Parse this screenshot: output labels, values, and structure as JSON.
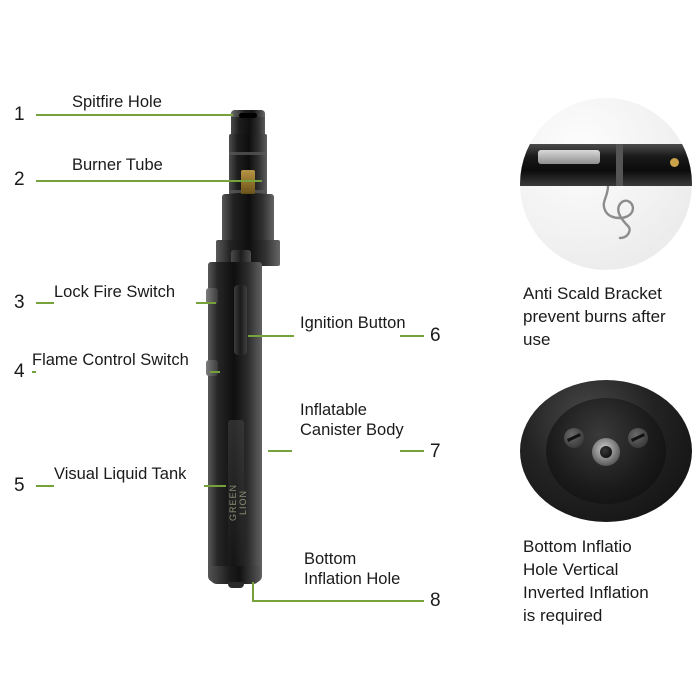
{
  "callouts": [
    {
      "num": "1",
      "label": "Spitfire Hole"
    },
    {
      "num": "2",
      "label": "Burner Tube"
    },
    {
      "num": "3",
      "label": "Lock Fire Switch"
    },
    {
      "num": "4",
      "label": "Flame Control Switch"
    },
    {
      "num": "5",
      "label": "Visual Liquid Tank"
    },
    {
      "num": "6",
      "label": "Ignition Button"
    },
    {
      "num": "7",
      "label": "Inflatable\nCanister Body"
    },
    {
      "num": "8",
      "label": "Bottom\nInflation Hole"
    }
  ],
  "details": [
    {
      "caption": "Anti Scald Bracket\nprevent burns after\nuse"
    },
    {
      "caption": "Bottom Inflatio\nHole Vertical\nInverted Inflation\nis required"
    }
  ],
  "product": {
    "brand_text": "GREEN LION"
  },
  "colors": {
    "accent_line": "#76a23c",
    "text": "#1a1a1a",
    "background": "#ffffff"
  }
}
